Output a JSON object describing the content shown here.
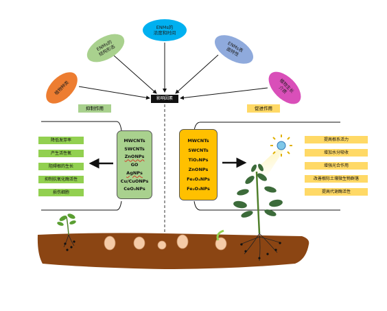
{
  "factors": {
    "f1": "植物种类",
    "f2": "ENMs的\n结构形态",
    "f3": "ENMs的\n浓度和时间",
    "f4": "ENMs表\n面特性",
    "f5": "植物生长\n介质"
  },
  "center_label": "影响因素",
  "inhibit_label": "抑制作用",
  "promote_label": "促进作用",
  "inhibit_materials": [
    "MWCNTs",
    "SWCNTs",
    "ZnONPs",
    "GO",
    "AgNPs",
    "Cu/CuONPs",
    "CeO₂NPs"
  ],
  "promote_materials": [
    "MWCNTs",
    "SWCNTs",
    "TiO₂NPs",
    "ZnONPs",
    "Fe₃O₄NPs",
    "Fe₂O₃NPs"
  ],
  "inhibit_effects": [
    "降低发芽率",
    "产生活性氧",
    "阻碍根的生长",
    "抑制抗氧化酶活性",
    "损伤细胞"
  ],
  "promote_effects": [
    "提高根系活力",
    "增加水分吸收",
    "增强光合作用",
    "改善根际土壤微生物群落",
    "提高代谢酶活性"
  ],
  "colors": {
    "f1": "#ed7d31",
    "f2": "#a9d18e",
    "f3": "#00b0f0",
    "f4": "#8faadc",
    "f5": "#d94fb9",
    "inhibit_box": "#a9d18e",
    "promote_box": "#ffc000",
    "green_effect": "#92d050",
    "yellow_effect": "#ffd966",
    "soil": "#8b4513"
  }
}
